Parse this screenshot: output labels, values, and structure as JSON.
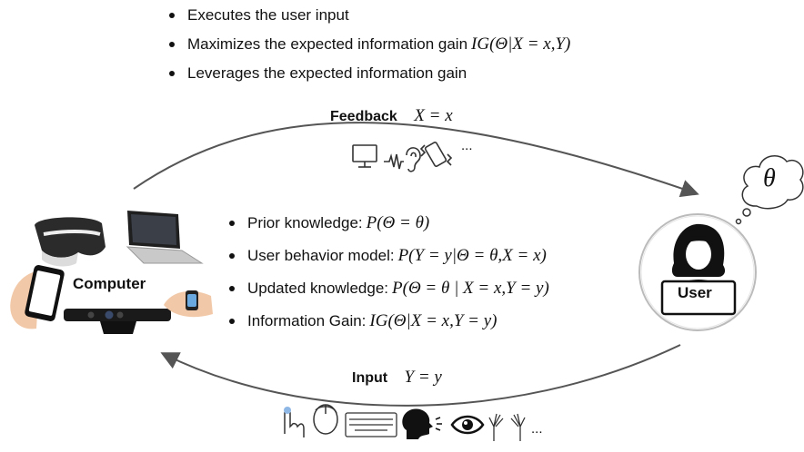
{
  "top_bullets": [
    {
      "text": "Executes the user input",
      "math": ""
    },
    {
      "text": "Maximizes the expected information gain",
      "math": "IG(Θ|X = x,Y)"
    },
    {
      "text": "Leverages the expected information gain",
      "math": ""
    }
  ],
  "feedback": {
    "label": "Feedback",
    "math": "X = x",
    "ellipsis": "..."
  },
  "input": {
    "label": "Input",
    "math": "Y = y",
    "ellipsis": "..."
  },
  "middle_bullets": [
    {
      "text": "Prior knowledge:",
      "math": "P(Θ = θ)"
    },
    {
      "text": "User behavior model:",
      "math": "P(Y = y|Θ = θ,X = x)"
    },
    {
      "text": "Updated knowledge:",
      "math": "P(Θ = θ | X = x,Y = y)"
    },
    {
      "text": "Information Gain:",
      "math": "IG(Θ|X = x,Y = y)"
    }
  ],
  "computer_label": "Computer",
  "user_label": "User",
  "thought_symbol": "θ"
}
